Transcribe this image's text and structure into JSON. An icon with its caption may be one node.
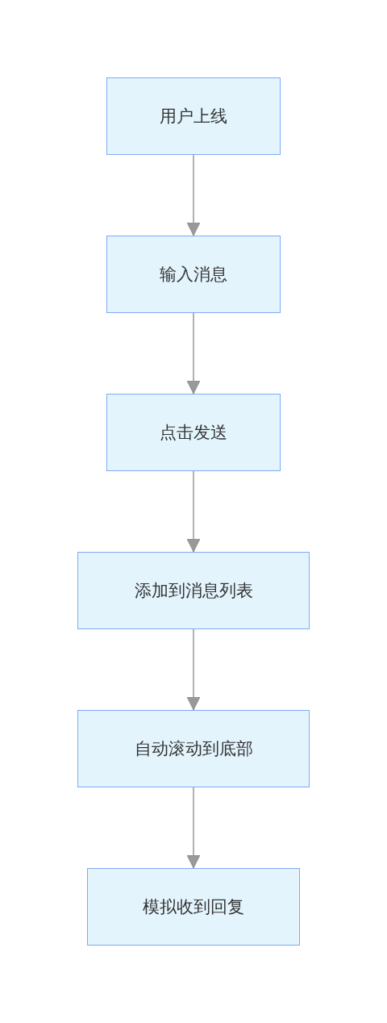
{
  "diagram": {
    "nodes": [
      {
        "text": [
          "用户上线"
        ]
      },
      {
        "text": [
          "输入消息"
        ]
      },
      {
        "text": [
          "点击发送"
        ]
      },
      {
        "text": [
          "添加到消息列表"
        ]
      },
      {
        "text": [
          "自动滚动到底部"
        ]
      },
      {
        "text": [
          "模拟收到回复"
        ]
      }
    ],
    "edges": [
      {
        "from": 0,
        "to": 1,
        "arrow": "to"
      },
      {
        "from": 1,
        "to": 2,
        "arrow": "to"
      },
      {
        "from": 2,
        "to": 3,
        "arrow": "to"
      },
      {
        "from": 3,
        "to": 4,
        "arrow": "to"
      },
      {
        "from": 4,
        "to": 5,
        "arrow": "to"
      }
    ]
  }
}
